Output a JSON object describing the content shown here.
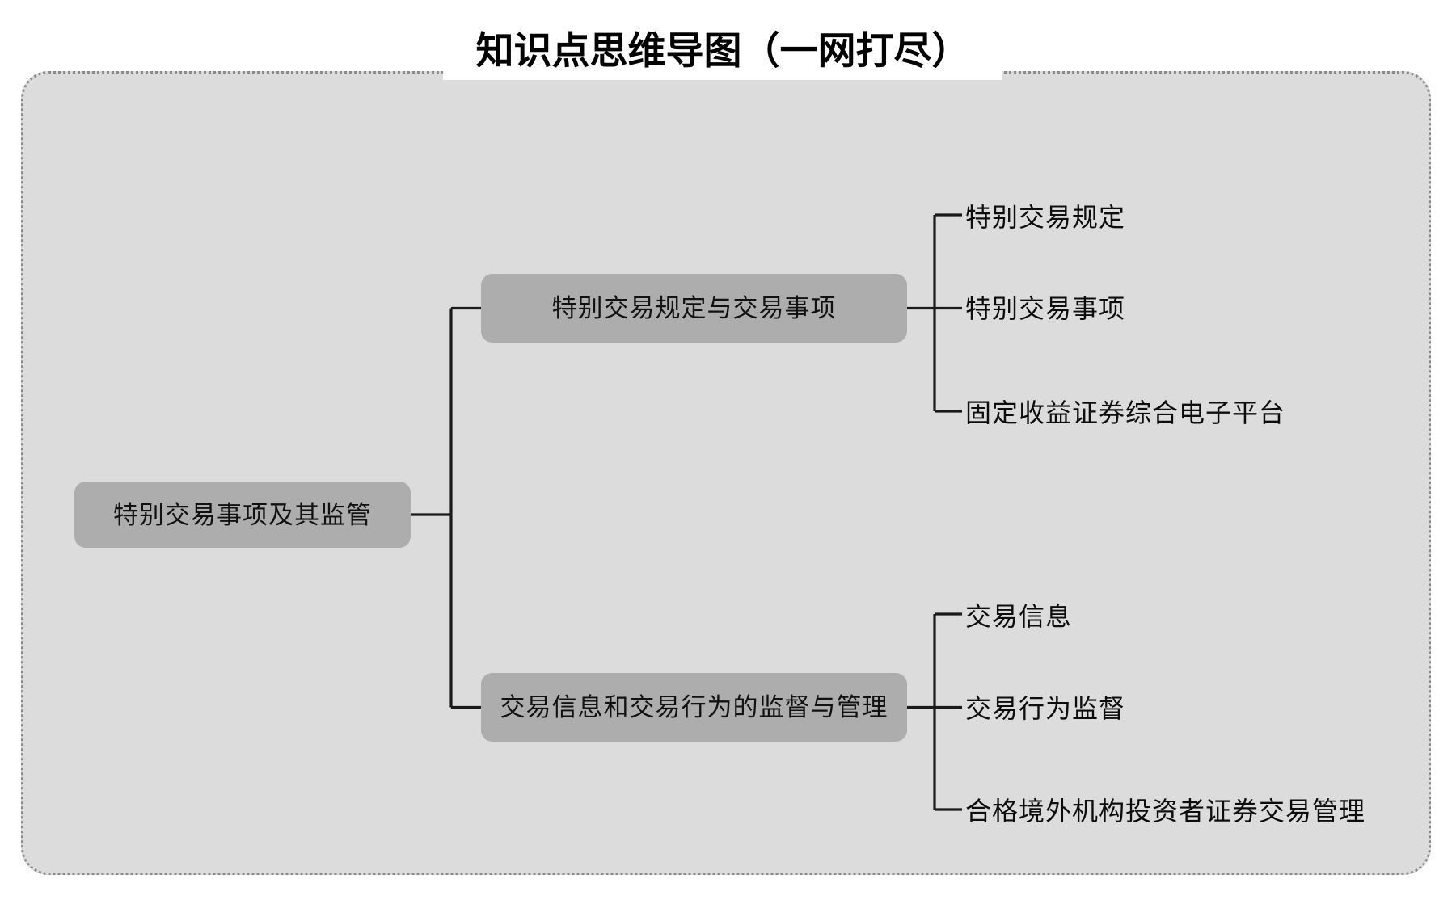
{
  "title": "知识点思维导图（一网打尽）",
  "colors": {
    "canvas_background": "#dcdcdc",
    "canvas_border": "#8a8a8a",
    "node_fill": "#adadad",
    "connector": "#1a1a1a",
    "text": "#111111",
    "title_background": "#ffffff",
    "page_background": "#ffffff"
  },
  "mindmap": {
    "root": {
      "label": "特别交易事项及其监管"
    },
    "branches": [
      {
        "label": "特别交易规定与交易事项",
        "leaves": [
          {
            "label": "特别交易规定"
          },
          {
            "label": "特别交易事项"
          },
          {
            "label": "固定收益证券综合电子平台"
          }
        ]
      },
      {
        "label": "交易信息和交易行为的监督与管理",
        "leaves": [
          {
            "label": "交易信息"
          },
          {
            "label": "交易行为监督"
          },
          {
            "label": "合格境外机构投资者证券交易管理"
          }
        ]
      }
    ]
  }
}
